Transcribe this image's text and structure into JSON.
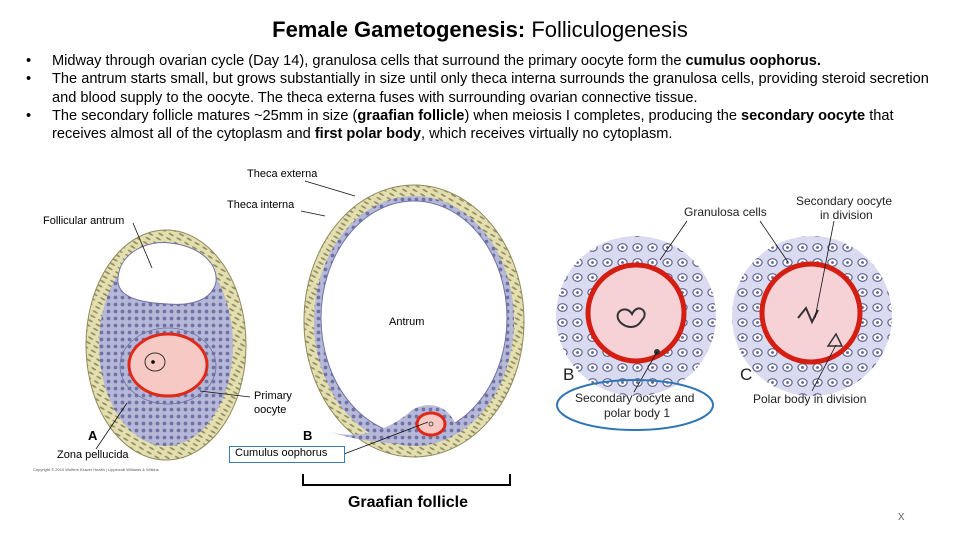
{
  "title": {
    "bold": "Female Gametogenesis:",
    "rest": " Folliculogenesis"
  },
  "bullets": [
    {
      "a": "Midway through ovarian cycle (Day 14), granulosa cells that surround the primary oocyte form the ",
      "b": "cumulus oophorus.",
      "c": "",
      "d": "",
      "e": ""
    },
    {
      "a": "The antrum starts small, but grows substantially in size until only theca interna surrounds the granulosa cells, providing steroid secretion and blood supply to the oocyte. The theca externa fuses with surrounding ovarian connective tissue.",
      "b": "",
      "c": "",
      "d": "",
      "e": ""
    },
    {
      "a": "The secondary follicle matures ~25mm in size (",
      "b": "graafian follicle",
      "c": ") when meiosis I completes, producing the ",
      "d": "secondary oocyte",
      "e": " that receives almost all of the cytoplasm and "
    },
    {
      "f": "first polar body",
      "g": ", which receives virtually no cytoplasm."
    }
  ],
  "left_figure": {
    "labels": {
      "theca_externa": "Theca externa",
      "theca_interna": "Theca interna",
      "follicular_antrum": "Follicular antrum",
      "antrum": "Antrum",
      "primary_oocyte_1": "Primary",
      "primary_oocyte_2": "oocyte",
      "zona_pellucida": "Zona pellucida",
      "cumulus_oophorus": "Cumulus oophorus",
      "panel_a": "A",
      "panel_b": "B",
      "copyright": "Copyright © 2010 Wolters Kluwer Health | Lippincott Williams & Wilkins"
    },
    "caption": "Graafian follicle"
  },
  "right_figure": {
    "labels": {
      "granulosa_cells": "Granulosa cells",
      "secondary_oocyte_div_1": "Secondary oocyte",
      "secondary_oocyte_div_2": "in division",
      "sec_polar_1": "Secondary oocyte and",
      "sec_polar_2": "polar body 1",
      "polar_body_div": "Polar body in division",
      "panel_b": "B",
      "panel_c": "C"
    }
  },
  "colors": {
    "granulosa": "#9ea0c8",
    "theca": "#ddd8a6",
    "oocyte": "#f7c9c4",
    "zona": "#e02818",
    "highlight_blue": "#3a7cc0"
  },
  "close_label": "x"
}
